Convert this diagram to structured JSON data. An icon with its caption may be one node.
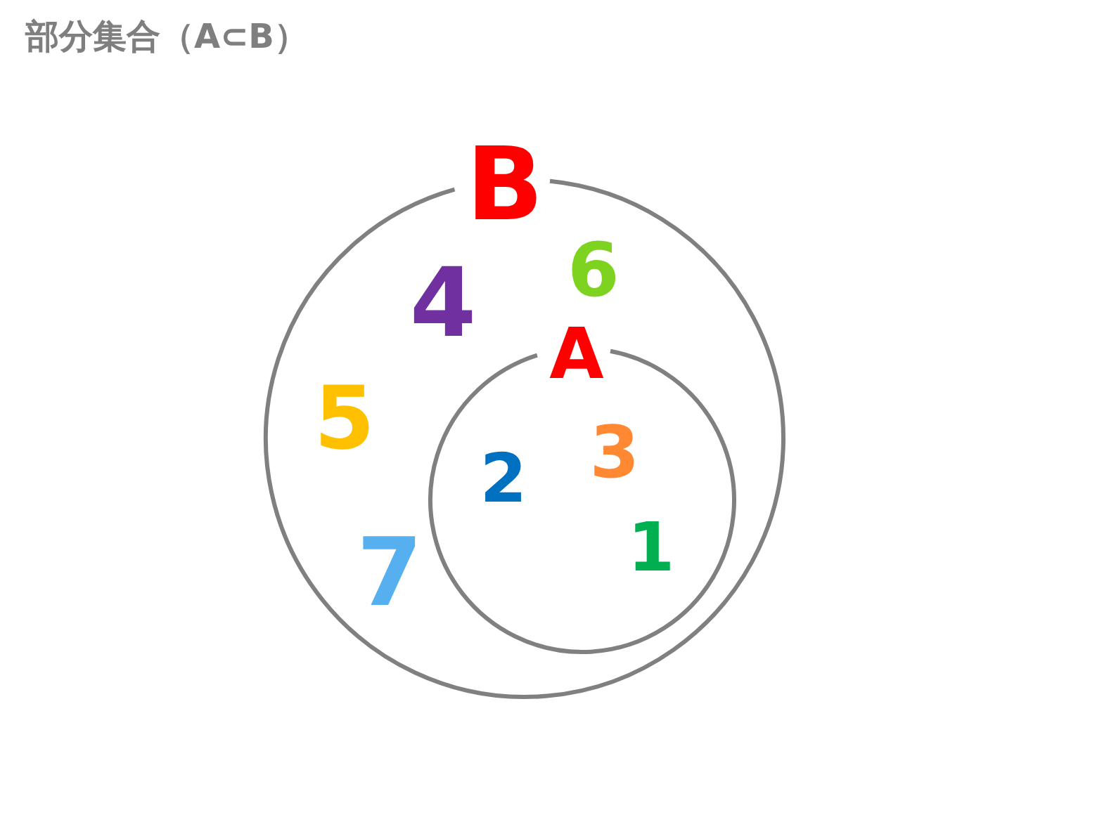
{
  "diagram": {
    "title": "部分集合（A⊂B）",
    "nodes": [
      {
        "text": [
          "B",
          "6",
          "4",
          "5",
          "7"
        ]
      },
      {
        "text": [
          "A",
          "3",
          "2",
          "1"
        ],
        "in": 0
      }
    ]
  }
}
